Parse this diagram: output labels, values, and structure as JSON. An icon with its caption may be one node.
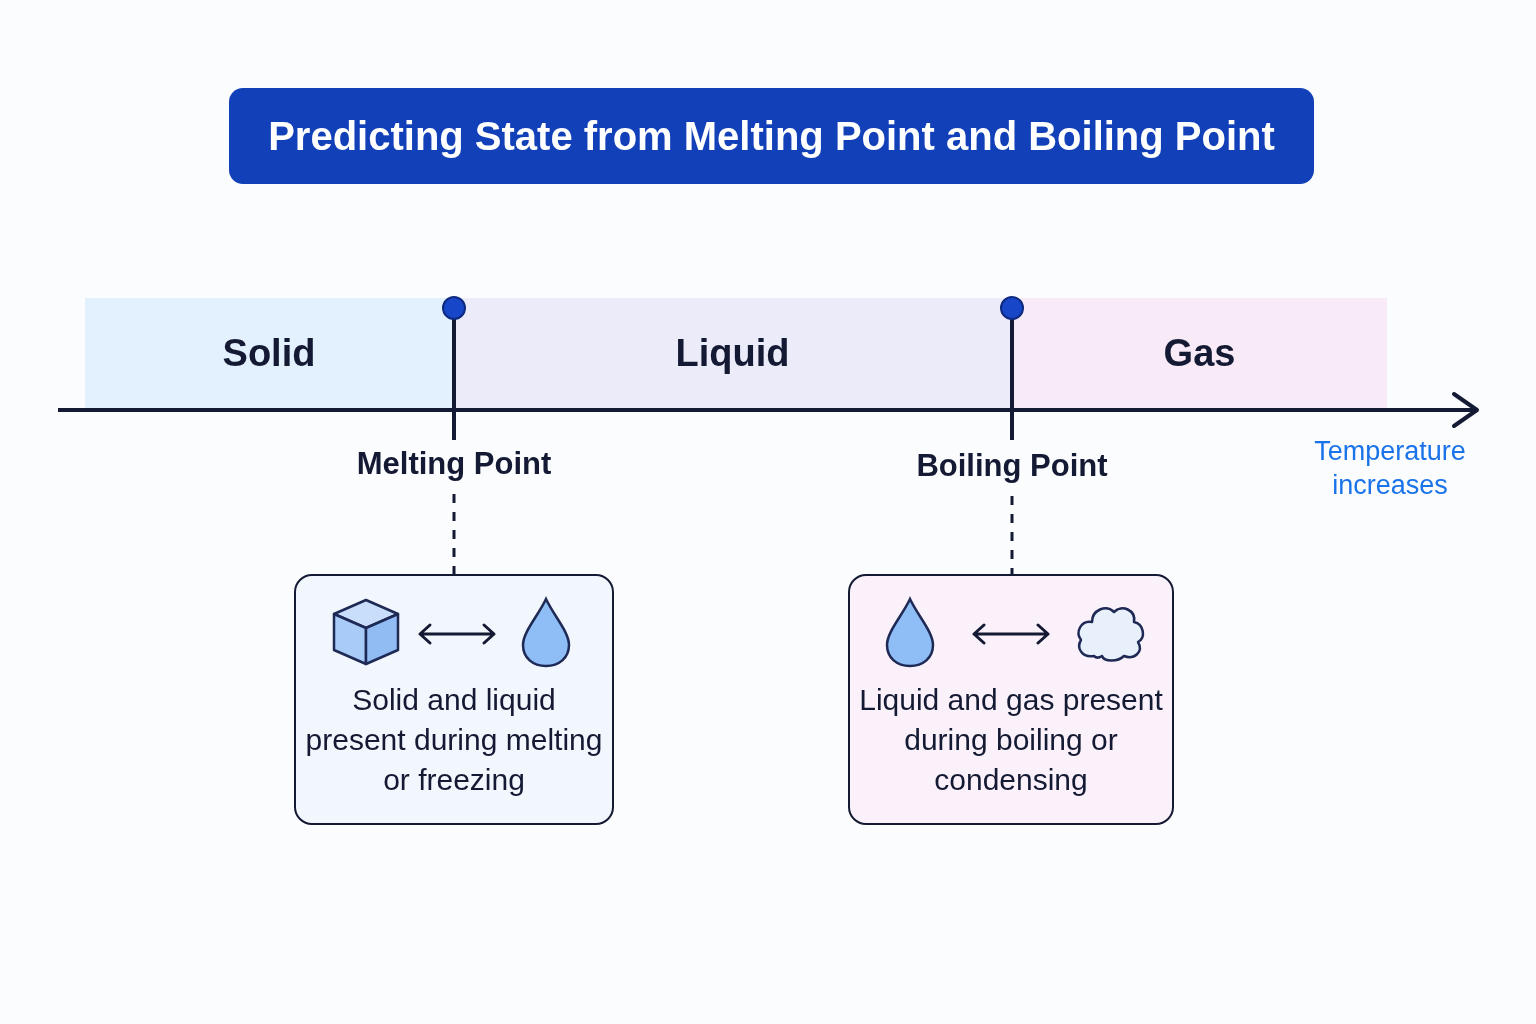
{
  "diagram": {
    "title": "Predicting State from Melting Point and Boiling Point",
    "nodes": [
      {
        "text": [
          "Solid"
        ]
      },
      {
        "text": [
          "Liquid"
        ]
      },
      {
        "text": [
          "Gas"
        ]
      },
      {
        "text": [
          "Melting Point"
        ]
      },
      {
        "text": [
          "Boiling Point"
        ]
      },
      {
        "text": [
          "Solid and liquid present during melting or freezing"
        ]
      },
      {
        "text": [
          "Liquid and gas present during boiling or condensing"
        ]
      }
    ],
    "edges": [
      {
        "from": 3,
        "to": 5,
        "arrow": "none",
        "style": "dashed"
      },
      {
        "from": 4,
        "to": 6,
        "arrow": "none",
        "style": "dashed"
      }
    ],
    "labels": [
      "Temperature increases"
    ]
  }
}
